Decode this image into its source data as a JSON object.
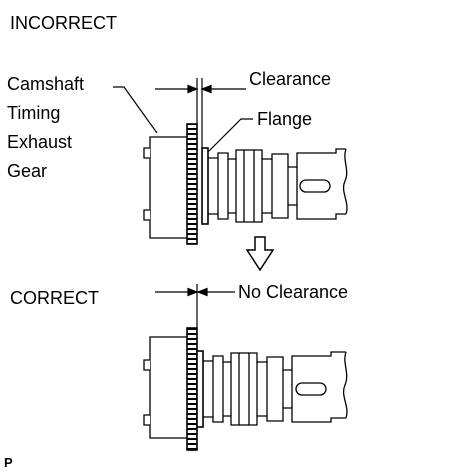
{
  "incorrect": {
    "heading": "INCORRECT",
    "gear_label_lines": [
      "Camshaft",
      "Timing",
      "Exhaust",
      "Gear"
    ],
    "clearance_label": "Clearance",
    "flange_label": "Flange"
  },
  "correct": {
    "heading": "CORRECT",
    "no_clearance_label": "No Clearance"
  },
  "corner_code": "P"
}
